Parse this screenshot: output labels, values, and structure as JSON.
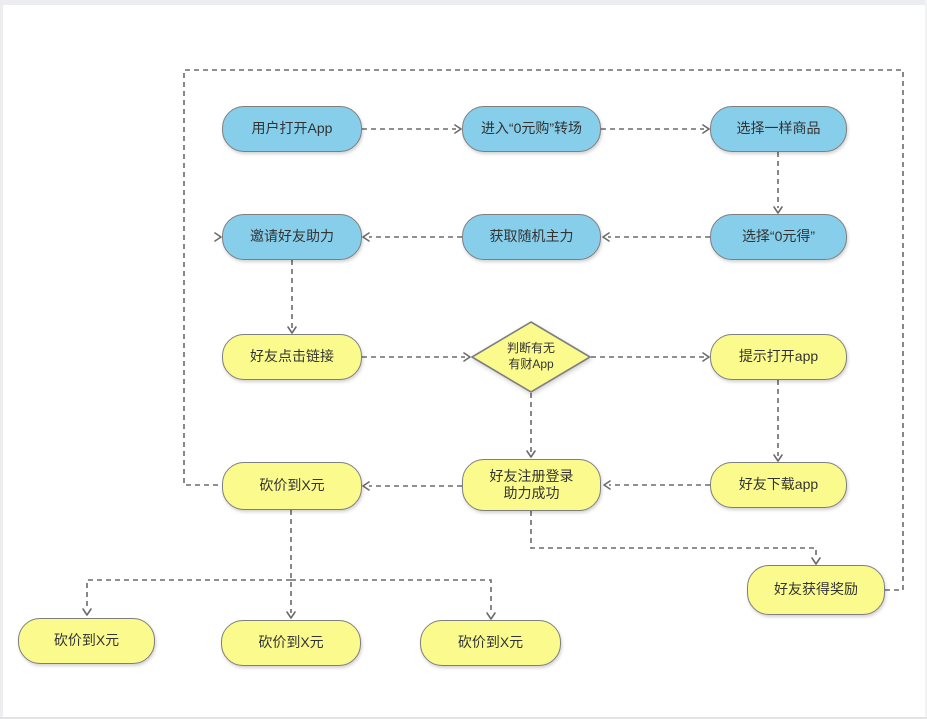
{
  "page": {
    "background": "#ffffff",
    "frame_color": "#ebedf0"
  },
  "colors": {
    "node_blue_fill": "#87ceeb",
    "node_yellow_fill": "#fbfb8d",
    "node_border": "#7f7f7f",
    "connector": "#6b6b6b",
    "text": "#333333"
  },
  "diagram": {
    "type": "flowchart",
    "nodes": {
      "open_app": {
        "label": "用户打开App",
        "shape": "rounded-rect",
        "color": "blue"
      },
      "enter_zero_buy": {
        "label": "进入“0元购”转场",
        "shape": "rounded-rect",
        "color": "blue"
      },
      "choose_product": {
        "label": "选择一样商品",
        "shape": "rounded-rect",
        "color": "blue"
      },
      "invite_friends": {
        "label": "邀请好友助力",
        "shape": "rounded-rect",
        "color": "blue"
      },
      "random_power": {
        "label": "获取随机主力",
        "shape": "rounded-rect",
        "color": "blue"
      },
      "choose_zero_get": {
        "label": "选择“0元得”",
        "shape": "rounded-rect",
        "color": "blue"
      },
      "friend_click": {
        "label": "好友点击链接",
        "shape": "rounded-rect",
        "color": "yellow"
      },
      "check_app": {
        "label": "判断有无\n有财App",
        "shape": "diamond",
        "color": "yellow"
      },
      "prompt_open": {
        "label": "提示打开app",
        "shape": "rounded-rect",
        "color": "yellow"
      },
      "cut_price_main": {
        "label": "砍价到X元",
        "shape": "rounded-rect",
        "color": "yellow"
      },
      "friend_register": {
        "label": "好友注册登录\n助力成功",
        "shape": "rounded-rect",
        "color": "yellow"
      },
      "friend_download": {
        "label": "好友下载app",
        "shape": "rounded-rect",
        "color": "yellow"
      },
      "friend_reward": {
        "label": "好友获得奖励",
        "shape": "rounded-rect",
        "color": "yellow"
      },
      "cut_price_1": {
        "label": "砍价到X元",
        "shape": "rounded-rect",
        "color": "yellow"
      },
      "cut_price_2": {
        "label": "砍价到X元",
        "shape": "rounded-rect",
        "color": "yellow"
      },
      "cut_price_3": {
        "label": "砍价到X元",
        "shape": "rounded-rect",
        "color": "yellow"
      }
    },
    "edges": [
      {
        "from": "open_app",
        "to": "enter_zero_buy",
        "style": "dashed"
      },
      {
        "from": "enter_zero_buy",
        "to": "choose_product",
        "style": "dashed"
      },
      {
        "from": "choose_product",
        "to": "choose_zero_get",
        "style": "dashed"
      },
      {
        "from": "choose_zero_get",
        "to": "random_power",
        "style": "dashed"
      },
      {
        "from": "random_power",
        "to": "invite_friends",
        "style": "dashed"
      },
      {
        "from": "invite_friends",
        "to": "friend_click",
        "style": "dashed"
      },
      {
        "from": "friend_click",
        "to": "check_app",
        "style": "dashed"
      },
      {
        "from": "check_app",
        "to": "prompt_open",
        "style": "dashed"
      },
      {
        "from": "check_app",
        "to": "friend_register",
        "style": "dashed"
      },
      {
        "from": "prompt_open",
        "to": "friend_download",
        "style": "dashed"
      },
      {
        "from": "friend_download",
        "to": "friend_register",
        "style": "dashed"
      },
      {
        "from": "friend_register",
        "to": "cut_price_main",
        "style": "dashed"
      },
      {
        "from": "friend_register",
        "to": "friend_reward",
        "style": "dashed"
      },
      {
        "from": "friend_reward",
        "to": "invite_friends",
        "style": "dashed",
        "route": "loop-around-top"
      },
      {
        "from": "friend_reward",
        "to": "cut_price_main",
        "style": "dashed",
        "route": "loop-around-top"
      },
      {
        "from": "cut_price_main",
        "to": "cut_price_1",
        "style": "dashed"
      },
      {
        "from": "cut_price_main",
        "to": "cut_price_2",
        "style": "dashed"
      },
      {
        "from": "cut_price_main",
        "to": "cut_price_3",
        "style": "dashed"
      }
    ]
  }
}
